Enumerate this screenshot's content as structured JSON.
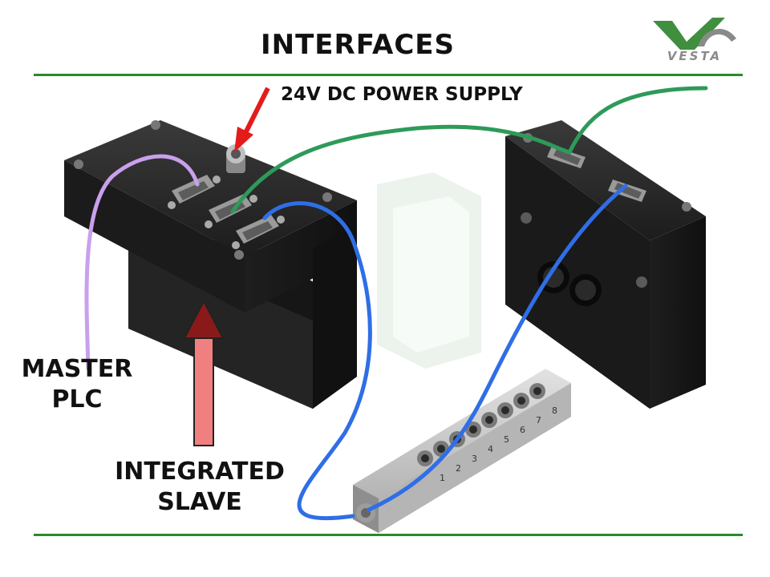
{
  "title": "INTERFACES",
  "labels": {
    "power_supply": "24V DC POWER SUPPLY",
    "master_line1": "MASTER",
    "master_line2": "PLC",
    "slave_line1": "INTEGRATED",
    "slave_line2": "SLAVE"
  },
  "logo": {
    "text": "VESTA"
  },
  "terminal_numbers": [
    "1",
    "2",
    "3",
    "4",
    "5",
    "6",
    "7",
    "8"
  ],
  "colors": {
    "rule": "#2a8a2a",
    "cable_master": "#c9a0ec",
    "cable_power": "#2e9a5a",
    "cable_bus": "#2f6ee6",
    "arrow_power": "#e41b1b",
    "arrow_slave_fill": "#f08080",
    "arrow_slave_head": "#8a1a1a",
    "logo_green": "#3f8f3f",
    "logo_gray": "#8a8a8a"
  }
}
